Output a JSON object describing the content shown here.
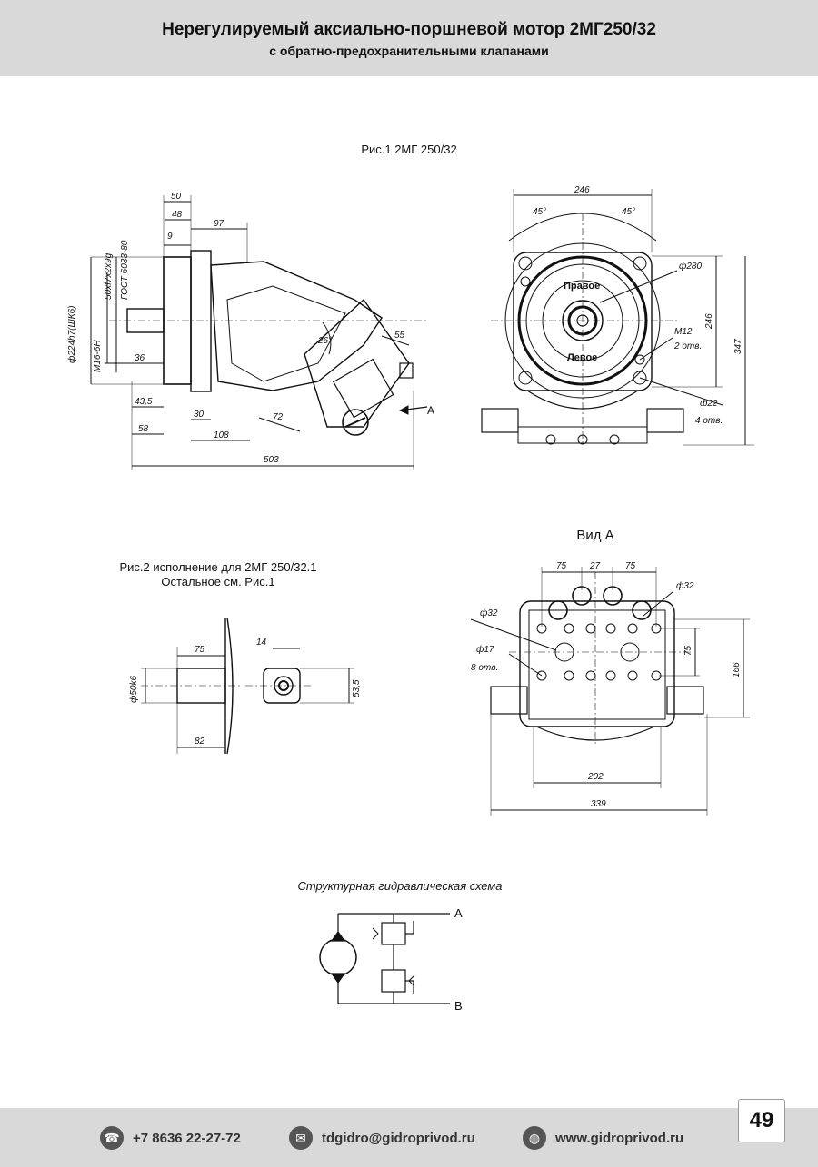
{
  "header": {
    "title": "Нерегулируемый аксиально-поршневой мотор 2МГ250/32",
    "subtitle": "с обратно-предохранительными клапанами"
  },
  "fig1": {
    "caption": "Рис.1 2МГ 250/32",
    "dims": {
      "d50": "50",
      "d48": "48",
      "d97": "97",
      "d9": "9",
      "shaft_spline": "50хf7х2х9g",
      "gost": "ГОСТ 6033-80",
      "dia224": "ф224h7(ШК6)",
      "m16": "M16-6H",
      "d36": "36",
      "d43_5": "43,5",
      "d58": "58",
      "d30": "30",
      "d108": "108",
      "d72": "72",
      "d503": "503",
      "d26": "26°",
      "d55": "55",
      "d246_top": "246",
      "ang45a": "45°",
      "ang45b": "45°",
      "dia280": "ф280",
      "m12": "M12",
      "two_holes": "2 отв.",
      "d246_side": "246",
      "d347": "347",
      "dia22": "ф22",
      "four_holes": "4 отв.",
      "label_a": "A",
      "right": "Правое",
      "left": "Левое"
    }
  },
  "fig2": {
    "caption_line1": "Рис.2 исполнение для 2МГ 250/32.1",
    "caption_line2": "Остальное см. Рис.1",
    "dims": {
      "d75": "75",
      "d14": "14",
      "dia50k6": "ф50k6",
      "d53_5": "53,5",
      "d82": "82"
    }
  },
  "view_a": {
    "caption": "Вид А",
    "dims": {
      "d75a": "75",
      "d27": "27",
      "d75b": "75",
      "dia32a": "ф32",
      "dia32b": "ф32",
      "dia17": "ф17",
      "eight_holes": "8 отв.",
      "d75v": "75",
      "d166": "166",
      "d202": "202",
      "d339": "339"
    }
  },
  "scheme": {
    "caption": "Структурная гидравлическая схема",
    "port_a": "A",
    "port_b": "B"
  },
  "footer": {
    "phone": "+7 8636 22-27-72",
    "email": "tdgidro@gidroprivod.ru",
    "website": "www.gidroprivod.ru",
    "page_number": "49"
  }
}
